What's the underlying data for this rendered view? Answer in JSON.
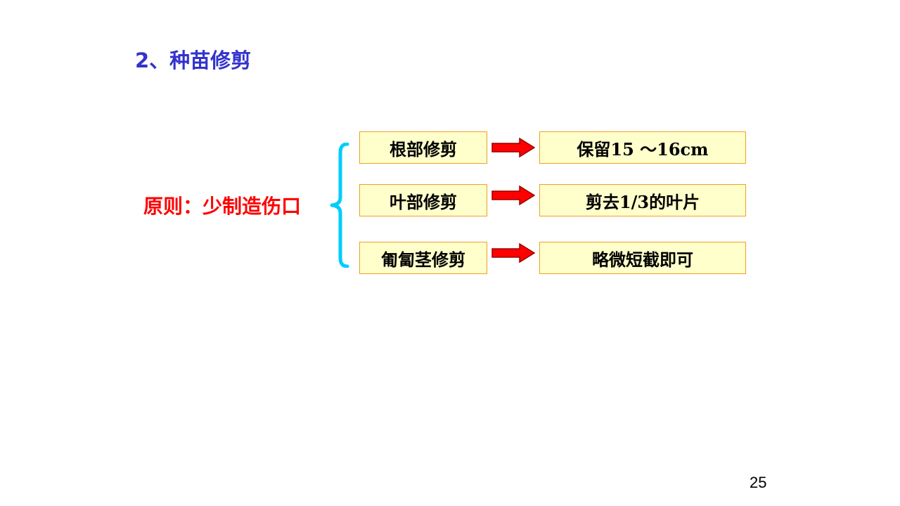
{
  "title": "2、种苗修剪",
  "principle": "原则：少制造伤口",
  "rows": [
    {
      "part": "根部修剪",
      "action": "保留15 ～16cm"
    },
    {
      "part": "叶部修剪",
      "action": "剪去1/3的叶片"
    },
    {
      "part": "匍匐茎修剪",
      "action": "略微短截即可"
    }
  ],
  "page_number": "25",
  "colors": {
    "title": "#3333cc",
    "principle": "#ff0000",
    "brace": "#00ccff",
    "box_fill": "#ffffcc",
    "box_border": "#f0a020",
    "arrow_fill": "#ff0000",
    "arrow_stroke": "#990000"
  },
  "icons": {
    "brace": "left-curly-brace",
    "arrow": "right-arrow"
  }
}
